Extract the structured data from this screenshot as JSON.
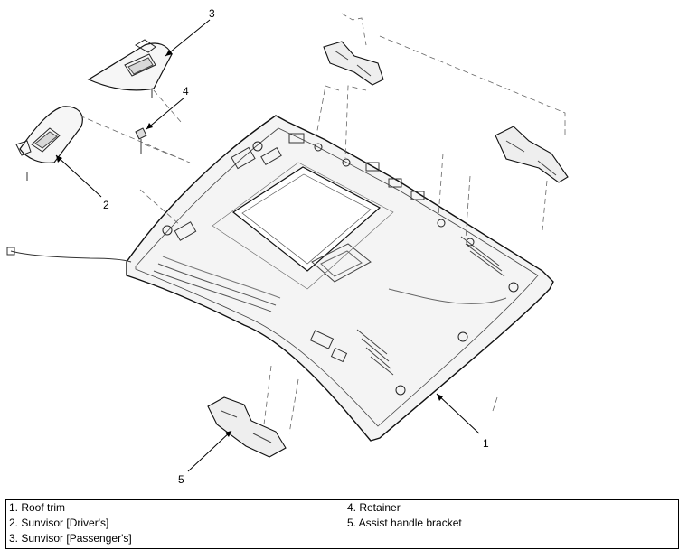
{
  "callouts": {
    "c1": "1",
    "c2": "2",
    "c3": "3",
    "c4": "4",
    "c5": "5"
  },
  "legend": {
    "left": [
      "1. Roof trim",
      "2. Sunvisor [Driver's]",
      "3. Sunvisor [Passenger's]"
    ],
    "right": [
      "4. Retainer",
      "5. Assist handle bracket"
    ]
  }
}
